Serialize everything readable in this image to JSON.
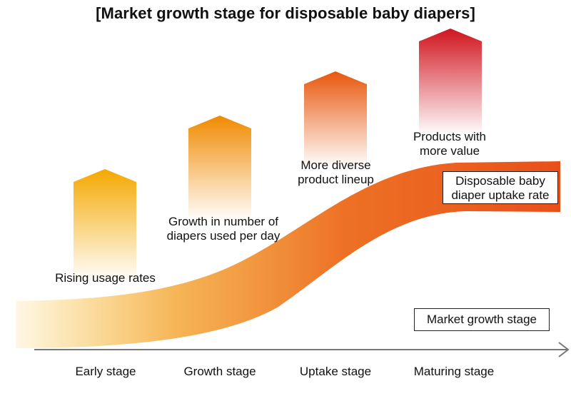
{
  "title": "[Market growth stage for disposable baby diapers]",
  "arrows": [
    {
      "label": "Rising usage rates",
      "color": "#f5a800"
    },
    {
      "label": "Growth in number of diapers used per day",
      "color": "#f08a00"
    },
    {
      "label": "More diverse product lineup",
      "color": "#e8560c"
    },
    {
      "label": "Products with more value",
      "color": "#d0141e"
    }
  ],
  "curve_label": "Disposable baby diaper uptake rate",
  "axis_label": "Market growth stage",
  "stages": [
    "Early stage",
    "Growth stage",
    "Uptake stage",
    "Maturing stage"
  ]
}
